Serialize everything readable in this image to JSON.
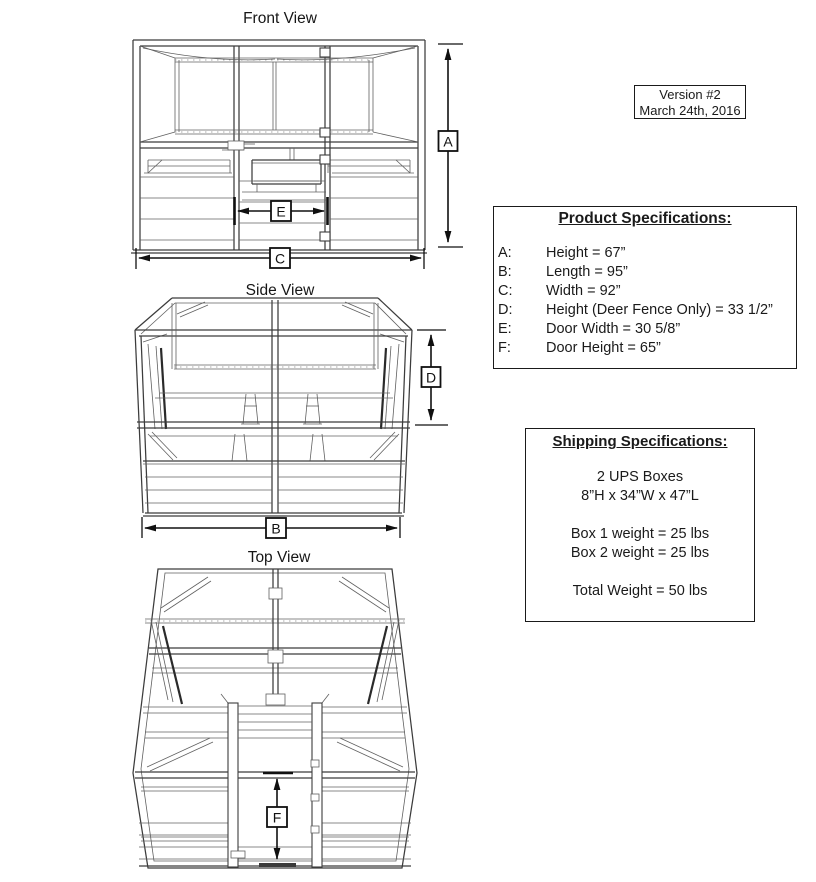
{
  "version_box": {
    "line1": "Version #2",
    "line2": "March 24th, 2016"
  },
  "views": {
    "front": {
      "title": "Front View"
    },
    "side": {
      "title": "Side View"
    },
    "top": {
      "title": "Top View"
    }
  },
  "dims": {
    "a": "A",
    "b": "B",
    "c": "C",
    "d": "D",
    "e": "E",
    "f": "F"
  },
  "product_specs": {
    "title": "Product Specifications:",
    "items": [
      {
        "key": "A:",
        "value": "Height = 67”"
      },
      {
        "key": "B:",
        "value": "Length = 95”"
      },
      {
        "key": "C:",
        "value": "Width = 92”"
      },
      {
        "key": "D:",
        "value": "Height (Deer Fence Only) = 33 1/2”"
      },
      {
        "key": "E:",
        "value": "Door Width = 30 5/8”"
      },
      {
        "key": "F:",
        "value": "Door Height = 65”"
      }
    ]
  },
  "shipping_specs": {
    "title": "Shipping Specifications:",
    "lines": [
      "2 UPS Boxes",
      "8”H x 34”W x 47”L",
      "Box 1 weight = 25 lbs",
      "Box 2 weight = 25 lbs",
      "Total Weight = 50 lbs"
    ]
  }
}
